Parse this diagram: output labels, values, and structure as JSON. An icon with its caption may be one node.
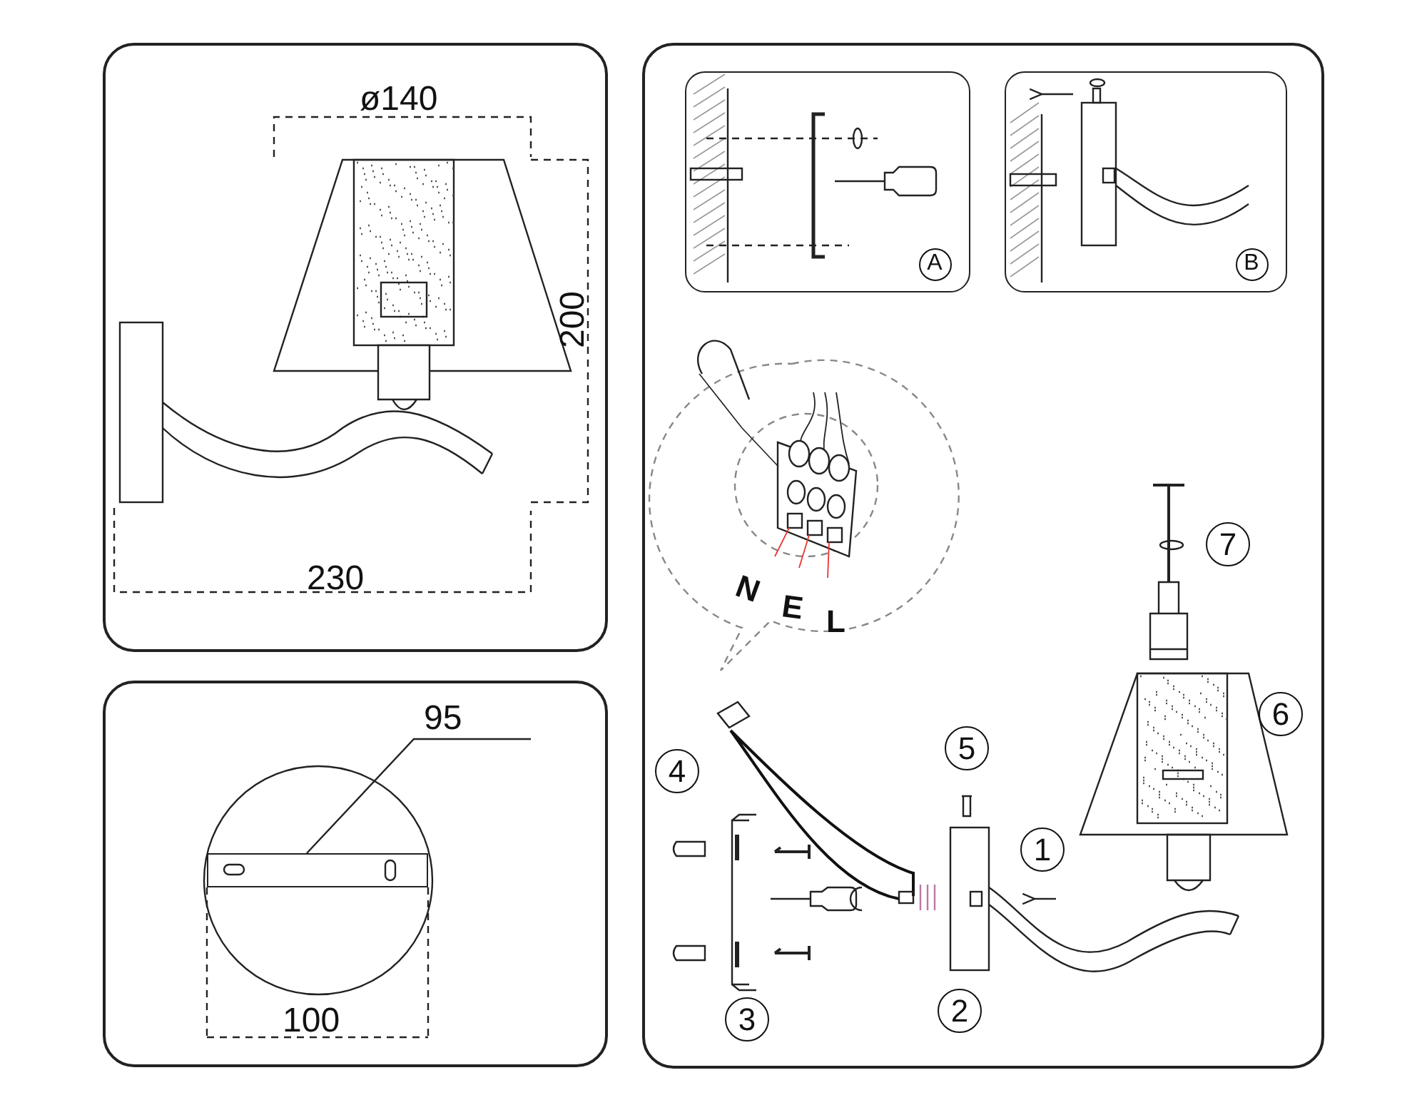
{
  "diagram": {
    "nodes": [
      {
        "text": [],
        "shape": "box"
      },
      {
        "text": [],
        "shape": "box"
      },
      {
        "text": [],
        "shape": "box"
      },
      {
        "text": [],
        "shape": "box",
        "in": 2
      },
      {
        "text": [
          "A"
        ],
        "in": 3
      },
      {
        "text": [],
        "shape": "box",
        "in": 2
      },
      {
        "text": [
          "B"
        ],
        "in": 5
      },
      {
        "text": [
          "7"
        ],
        "in": 2
      },
      {
        "text": [
          "6"
        ],
        "in": 2
      },
      {
        "text": [
          "4"
        ],
        "in": 2
      },
      {
        "text": [
          "5"
        ],
        "in": 2
      },
      {
        "text": [
          "1"
        ],
        "in": 2
      },
      {
        "text": [
          "3"
        ],
        "in": 2
      },
      {
        "text": [
          "2"
        ],
        "in": 2
      },
      {
        "text": [
          "95"
        ],
        "in": 1
      },
      {
        "text": [],
        "shape": "bar",
        "in": 1
      }
    ],
    "edges": [
      {
        "from": 14,
        "to": 15,
        "arrow": "none"
      }
    ],
    "labels": [
      "ø140",
      "200",
      "230",
      "100",
      "N",
      "E",
      "L"
    ]
  }
}
